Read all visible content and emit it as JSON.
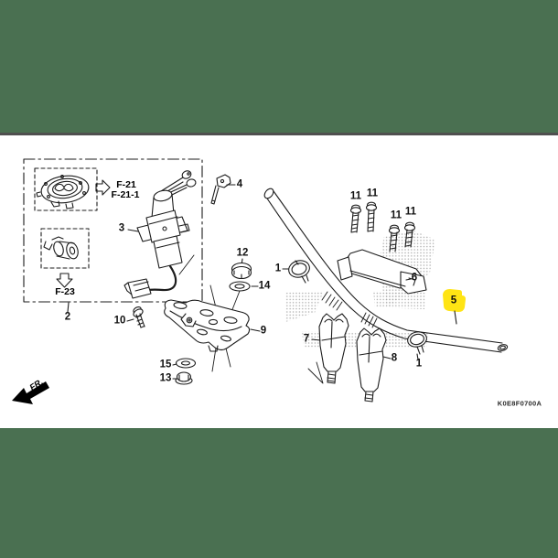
{
  "colors": {
    "page_background": "#4a7051",
    "separator": "#4f4f4f",
    "part_highlight": "#ffe414",
    "line_ink": "#1c1c1c",
    "canvas": "#ffffff"
  },
  "diagram": {
    "code": "K0E8F0700A",
    "direction_label": "FR.",
    "highlighted_part": "5",
    "references": {
      "f21": "F-21",
      "f21_1": "F-21-1",
      "f23": "F-23"
    },
    "part_labels": [
      {
        "text": "1"
      },
      {
        "text": "1"
      },
      {
        "text": "2"
      },
      {
        "text": "3"
      },
      {
        "text": "4"
      },
      {
        "text": "5"
      },
      {
        "text": "6"
      },
      {
        "text": "7"
      },
      {
        "text": "8"
      },
      {
        "text": "9"
      },
      {
        "text": "10"
      },
      {
        "text": "11"
      },
      {
        "text": "11"
      },
      {
        "text": "11"
      },
      {
        "text": "11"
      },
      {
        "text": "12"
      },
      {
        "text": "13"
      },
      {
        "text": "14"
      },
      {
        "text": "15"
      }
    ]
  }
}
